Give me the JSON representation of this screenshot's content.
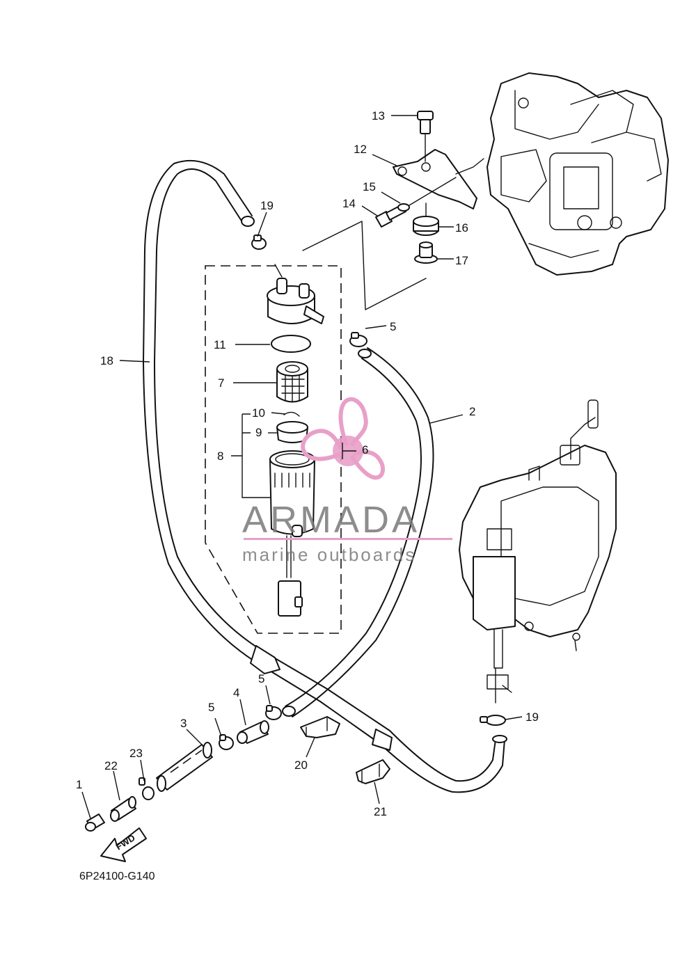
{
  "diagram": {
    "code": "6P24100-G140",
    "fwd_label": "FWD",
    "callouts": {
      "c1": "1",
      "c2": "2",
      "c3": "3",
      "c4": "4",
      "c5a": "5",
      "c5b": "5",
      "c5c": "5",
      "c6": "6",
      "c7": "7",
      "c8": "8",
      "c9": "9",
      "c10": "10",
      "c11": "11",
      "c12": "12",
      "c13": "13",
      "c14": "14",
      "c15": "15",
      "c16": "16",
      "c17": "17",
      "c18": "18",
      "c19a": "19",
      "c19b": "19",
      "c20": "20",
      "c21": "21",
      "c22": "22",
      "c23": "23"
    }
  },
  "watermark": {
    "title": "ARMADA",
    "subtitle": "marine outboards",
    "accent_color": "#e8a0c8",
    "text_color": "#7a7a7a"
  }
}
